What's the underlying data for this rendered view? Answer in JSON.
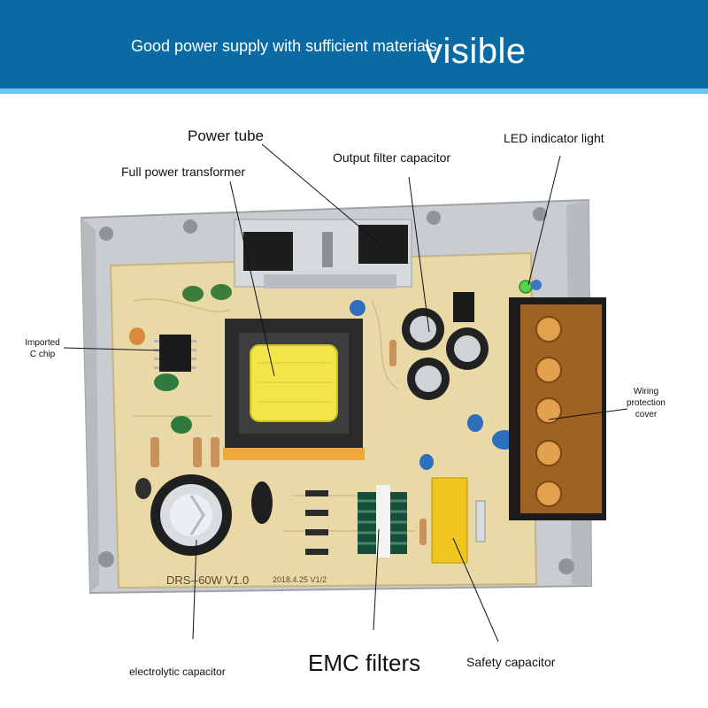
{
  "banner": {
    "subtitle": "Good power supply with sufficient materials",
    "headline": "visible",
    "color": "#0a6aa3",
    "stripe_color": "#6fc4ef"
  },
  "labels": {
    "power_tube": "Power tube",
    "full_power_transformer": "Full power transformer",
    "output_filter_capacitor": "Output filter capacitor",
    "led_indicator_light": "LED indicator light",
    "imported_chip_line1": "Imported",
    "imported_chip_line2": "C chip",
    "wiring_cover_line1": "Wiring",
    "wiring_cover_line2": "protection",
    "wiring_cover_line3": "cover",
    "electrolytic_capacitor": "electrolytic capacitor",
    "emc_filters": "EMC filters",
    "safety_capacitor": "Safety capacitor"
  },
  "board": {
    "model_marking": "DRS--60W V1.0",
    "date_marking": "2018.4.25 V1/2",
    "pcb_color": "#e9d9a6",
    "chassis_color": "#c9ccd0"
  }
}
